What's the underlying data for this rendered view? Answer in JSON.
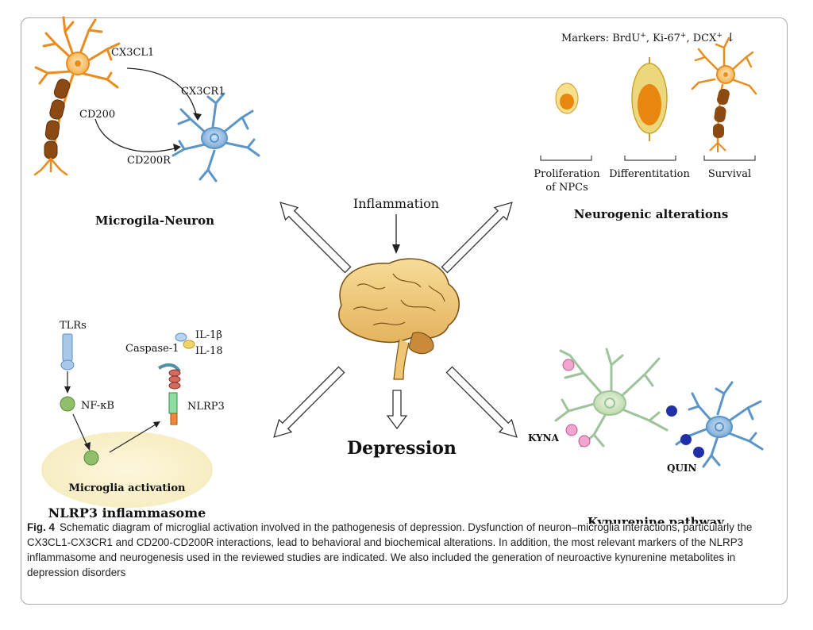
{
  "figure": {
    "center": {
      "top_label": "Inflammation",
      "bottom_label": "Depression"
    },
    "microglia_neuron": {
      "title": "Microgila-Neuron",
      "cx3cl1": "CX3CL1",
      "cx3cr1": "CX3CR1",
      "cd200": "CD200",
      "cd200r": "CD200R"
    },
    "neurogenic": {
      "title": "Neurogenic alterations",
      "markers": {
        "prefix": "Markers: BrdU",
        "ki": ", Ki-67",
        "dcx": ", DCX",
        "sup": "+",
        "arrow": "↓"
      },
      "stages": [
        "Proliferation",
        "of NPCs",
        "Differentitation",
        "Survival"
      ]
    },
    "nlrp3": {
      "title": "NLRP3 inflammasome",
      "tlrs": "TLRs",
      "nfkb": "NF-κB",
      "caspase": "Caspase-1",
      "il1b": "IL-1β",
      "il18": "IL-18",
      "nlrp3": "NLRP3",
      "activation": "Microglia activation"
    },
    "kynurenine": {
      "title": "Kynurenine pathway",
      "kyna": "KYNA",
      "quin": "QUIN"
    }
  },
  "caption": {
    "label": "Fig. 4",
    "text": "Schematic diagram of microglial activation involved in the pathogenesis of depression. Dysfunction of neuron–microglia interactions, particularly the CX3CL1-CX3CR1 and CD200-CD200R interactions, lead to behavioral and biochemical alterations. In addition, the most relevant markers of the NLRP3 inflammasome and neurogenesis used in the reviewed studies are indicated. We also included the generation of neuroactive kynurenine metabolites in depression disorders"
  }
}
